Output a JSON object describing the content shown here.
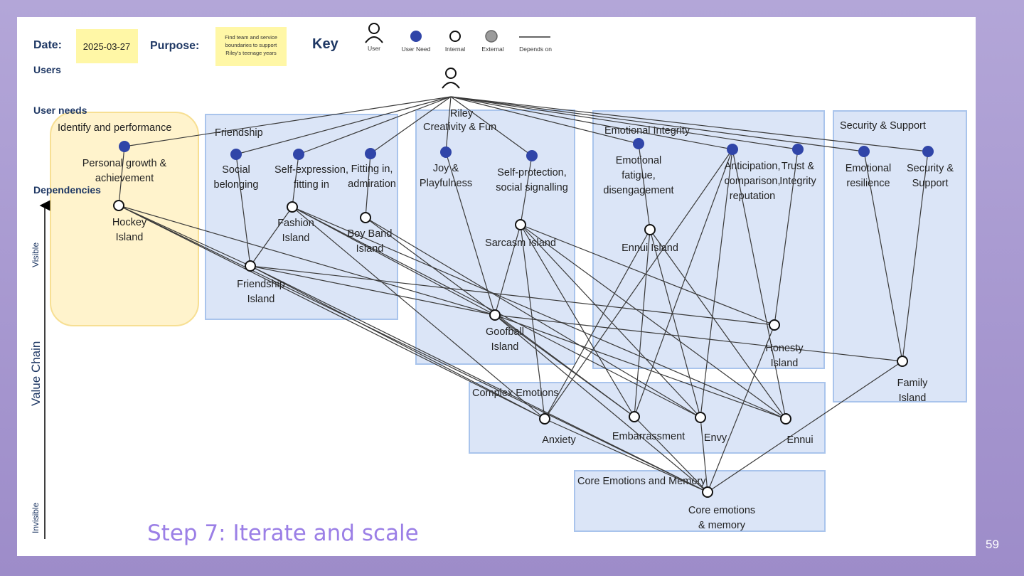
{
  "header": {
    "date_label": "Date:",
    "date_value": "2025-03-27",
    "purpose_label": "Purpose:",
    "purpose_value": [
      "Find team and service",
      "boundaries to support",
      "Riley's teenage years"
    ],
    "key_title": "Key",
    "key_items": [
      "User",
      "User Need",
      "Internal",
      "External",
      "Depends on"
    ]
  },
  "rows": {
    "users": "Users",
    "user_needs": "User needs",
    "dependencies": "Dependencies"
  },
  "axis": {
    "title": "Value Chain",
    "visible": "Visible",
    "invisible": "Invisible"
  },
  "footer": {
    "step_text": "Step 7: Iterate and scale",
    "page_number": "59"
  },
  "colors": {
    "blue_group_fill": "#dbe5f7",
    "blue_group_stroke": "#a9c4ec",
    "yellow_group_fill": "#fff3cc",
    "yellow_group_stroke": "#f7df93",
    "need_dot": "#3045a8",
    "external_dot": "#9b9b9b",
    "step_text": "#9b7fe6",
    "heading_navy": "#1f3864",
    "sticky_note": "#fff7a6"
  },
  "groups": [
    {
      "id": "g-identify",
      "label": "Identify and performance",
      "color": "yellow"
    },
    {
      "id": "g-friendship",
      "label": "Friendship",
      "color": "blue"
    },
    {
      "id": "g-creativity",
      "label": "Creativity & Fun",
      "color": "blue"
    },
    {
      "id": "g-emotional",
      "label": "Emotional Integrity",
      "color": "blue"
    },
    {
      "id": "g-security",
      "label": "Security & Support",
      "color": "blue"
    },
    {
      "id": "g-complex",
      "label": "Complex Emotions",
      "color": "blue"
    },
    {
      "id": "g-core",
      "label": "Core Emotions and Memory",
      "color": "blue"
    }
  ],
  "user": {
    "id": "riley",
    "label": "Riley"
  },
  "needs": [
    {
      "id": "personal-growth",
      "label": [
        "Personal growth &",
        "achievement"
      ]
    },
    {
      "id": "social-belonging",
      "label": [
        "Social",
        "belonging"
      ]
    },
    {
      "id": "self-expression",
      "label": [
        "Self-expression,",
        "fitting in"
      ]
    },
    {
      "id": "fitting-in",
      "label": [
        "Fitting in,",
        "admiration"
      ]
    },
    {
      "id": "joy",
      "label": [
        "Joy &",
        "Playfulness"
      ]
    },
    {
      "id": "self-protection",
      "label": [
        "Self-protection,",
        "social signalling"
      ]
    },
    {
      "id": "emotional-fatigue",
      "label": [
        "Emotional",
        "fatigue,",
        "disengagement"
      ]
    },
    {
      "id": "anticipation",
      "label": [
        "Anticipation,",
        "comparison,",
        "reputation"
      ]
    },
    {
      "id": "trust",
      "label": [
        "Trust &",
        "Integrity"
      ]
    },
    {
      "id": "resilience",
      "label": [
        "Emotional",
        "resilience"
      ]
    },
    {
      "id": "security-need",
      "label": [
        "Security &",
        "Support"
      ]
    }
  ],
  "components": [
    {
      "id": "hockey",
      "label": [
        "Hockey",
        "Island"
      ]
    },
    {
      "id": "fashion",
      "label": [
        "Fashion",
        "Island"
      ]
    },
    {
      "id": "boyband",
      "label": [
        "Boy Band",
        "Island"
      ]
    },
    {
      "id": "sarcasm",
      "label": [
        "Sarcasm Island"
      ]
    },
    {
      "id": "ennui-island",
      "label": [
        "Ennui Island"
      ]
    },
    {
      "id": "friendship-island",
      "label": [
        "Friendship",
        "Island"
      ]
    },
    {
      "id": "goofball",
      "label": [
        "Goofball",
        "Island"
      ]
    },
    {
      "id": "honesty",
      "label": [
        "Honesty",
        "Island"
      ]
    },
    {
      "id": "family",
      "label": [
        "Family",
        "Island"
      ]
    },
    {
      "id": "anxiety",
      "label": [
        "Anxiety"
      ]
    },
    {
      "id": "embarrassment",
      "label": [
        "Embarrassment"
      ]
    },
    {
      "id": "envy",
      "label": [
        "Envy"
      ]
    },
    {
      "id": "ennui",
      "label": [
        "Ennui"
      ]
    },
    {
      "id": "core",
      "label": [
        "Core emotions",
        "& memory"
      ]
    }
  ],
  "links": [
    [
      "riley",
      "personal-growth"
    ],
    [
      "riley",
      "social-belonging"
    ],
    [
      "riley",
      "self-expression"
    ],
    [
      "riley",
      "fitting-in"
    ],
    [
      "riley",
      "joy"
    ],
    [
      "riley",
      "self-protection"
    ],
    [
      "riley",
      "emotional-fatigue"
    ],
    [
      "riley",
      "anticipation"
    ],
    [
      "riley",
      "trust"
    ],
    [
      "riley",
      "resilience"
    ],
    [
      "riley",
      "security-need"
    ],
    [
      "personal-growth",
      "hockey"
    ],
    [
      "social-belonging",
      "friendship-island"
    ],
    [
      "self-expression",
      "fashion"
    ],
    [
      "fitting-in",
      "boyband"
    ],
    [
      "joy",
      "goofball"
    ],
    [
      "self-protection",
      "sarcasm"
    ],
    [
      "emotional-fatigue",
      "ennui-island"
    ],
    [
      "anticipation",
      "anxiety"
    ],
    [
      "anticipation",
      "embarrassment"
    ],
    [
      "anticipation",
      "envy"
    ],
    [
      "anticipation",
      "ennui"
    ],
    [
      "trust",
      "honesty"
    ],
    [
      "resilience",
      "family"
    ],
    [
      "security-need",
      "family"
    ],
    [
      "hockey",
      "friendship-island"
    ],
    [
      "hockey",
      "goofball"
    ],
    [
      "hockey",
      "anxiety"
    ],
    [
      "hockey",
      "core"
    ],
    [
      "fashion",
      "friendship-island"
    ],
    [
      "fashion",
      "goofball"
    ],
    [
      "fashion",
      "anxiety"
    ],
    [
      "fashion",
      "envy"
    ],
    [
      "fashion",
      "ennui"
    ],
    [
      "boyband",
      "embarrassment"
    ],
    [
      "boyband",
      "envy"
    ],
    [
      "sarcasm",
      "goofball"
    ],
    [
      "sarcasm",
      "anxiety"
    ],
    [
      "sarcasm",
      "embarrassment"
    ],
    [
      "sarcasm",
      "envy"
    ],
    [
      "sarcasm",
      "ennui"
    ],
    [
      "sarcasm",
      "honesty"
    ],
    [
      "ennui-island",
      "anxiety"
    ],
    [
      "ennui-island",
      "embarrassment"
    ],
    [
      "ennui-island",
      "envy"
    ],
    [
      "ennui-island",
      "ennui"
    ],
    [
      "friendship-island",
      "goofball"
    ],
    [
      "friendship-island",
      "honesty"
    ],
    [
      "friendship-island",
      "anxiety"
    ],
    [
      "friendship-island",
      "core"
    ],
    [
      "goofball",
      "family"
    ],
    [
      "goofball",
      "embarrassment"
    ],
    [
      "goofball",
      "ennui"
    ],
    [
      "goofball",
      "core"
    ],
    [
      "honesty",
      "core"
    ],
    [
      "family",
      "core"
    ],
    [
      "anxiety",
      "core"
    ],
    [
      "embarrassment",
      "core"
    ],
    [
      "envy",
      "core"
    ]
  ]
}
